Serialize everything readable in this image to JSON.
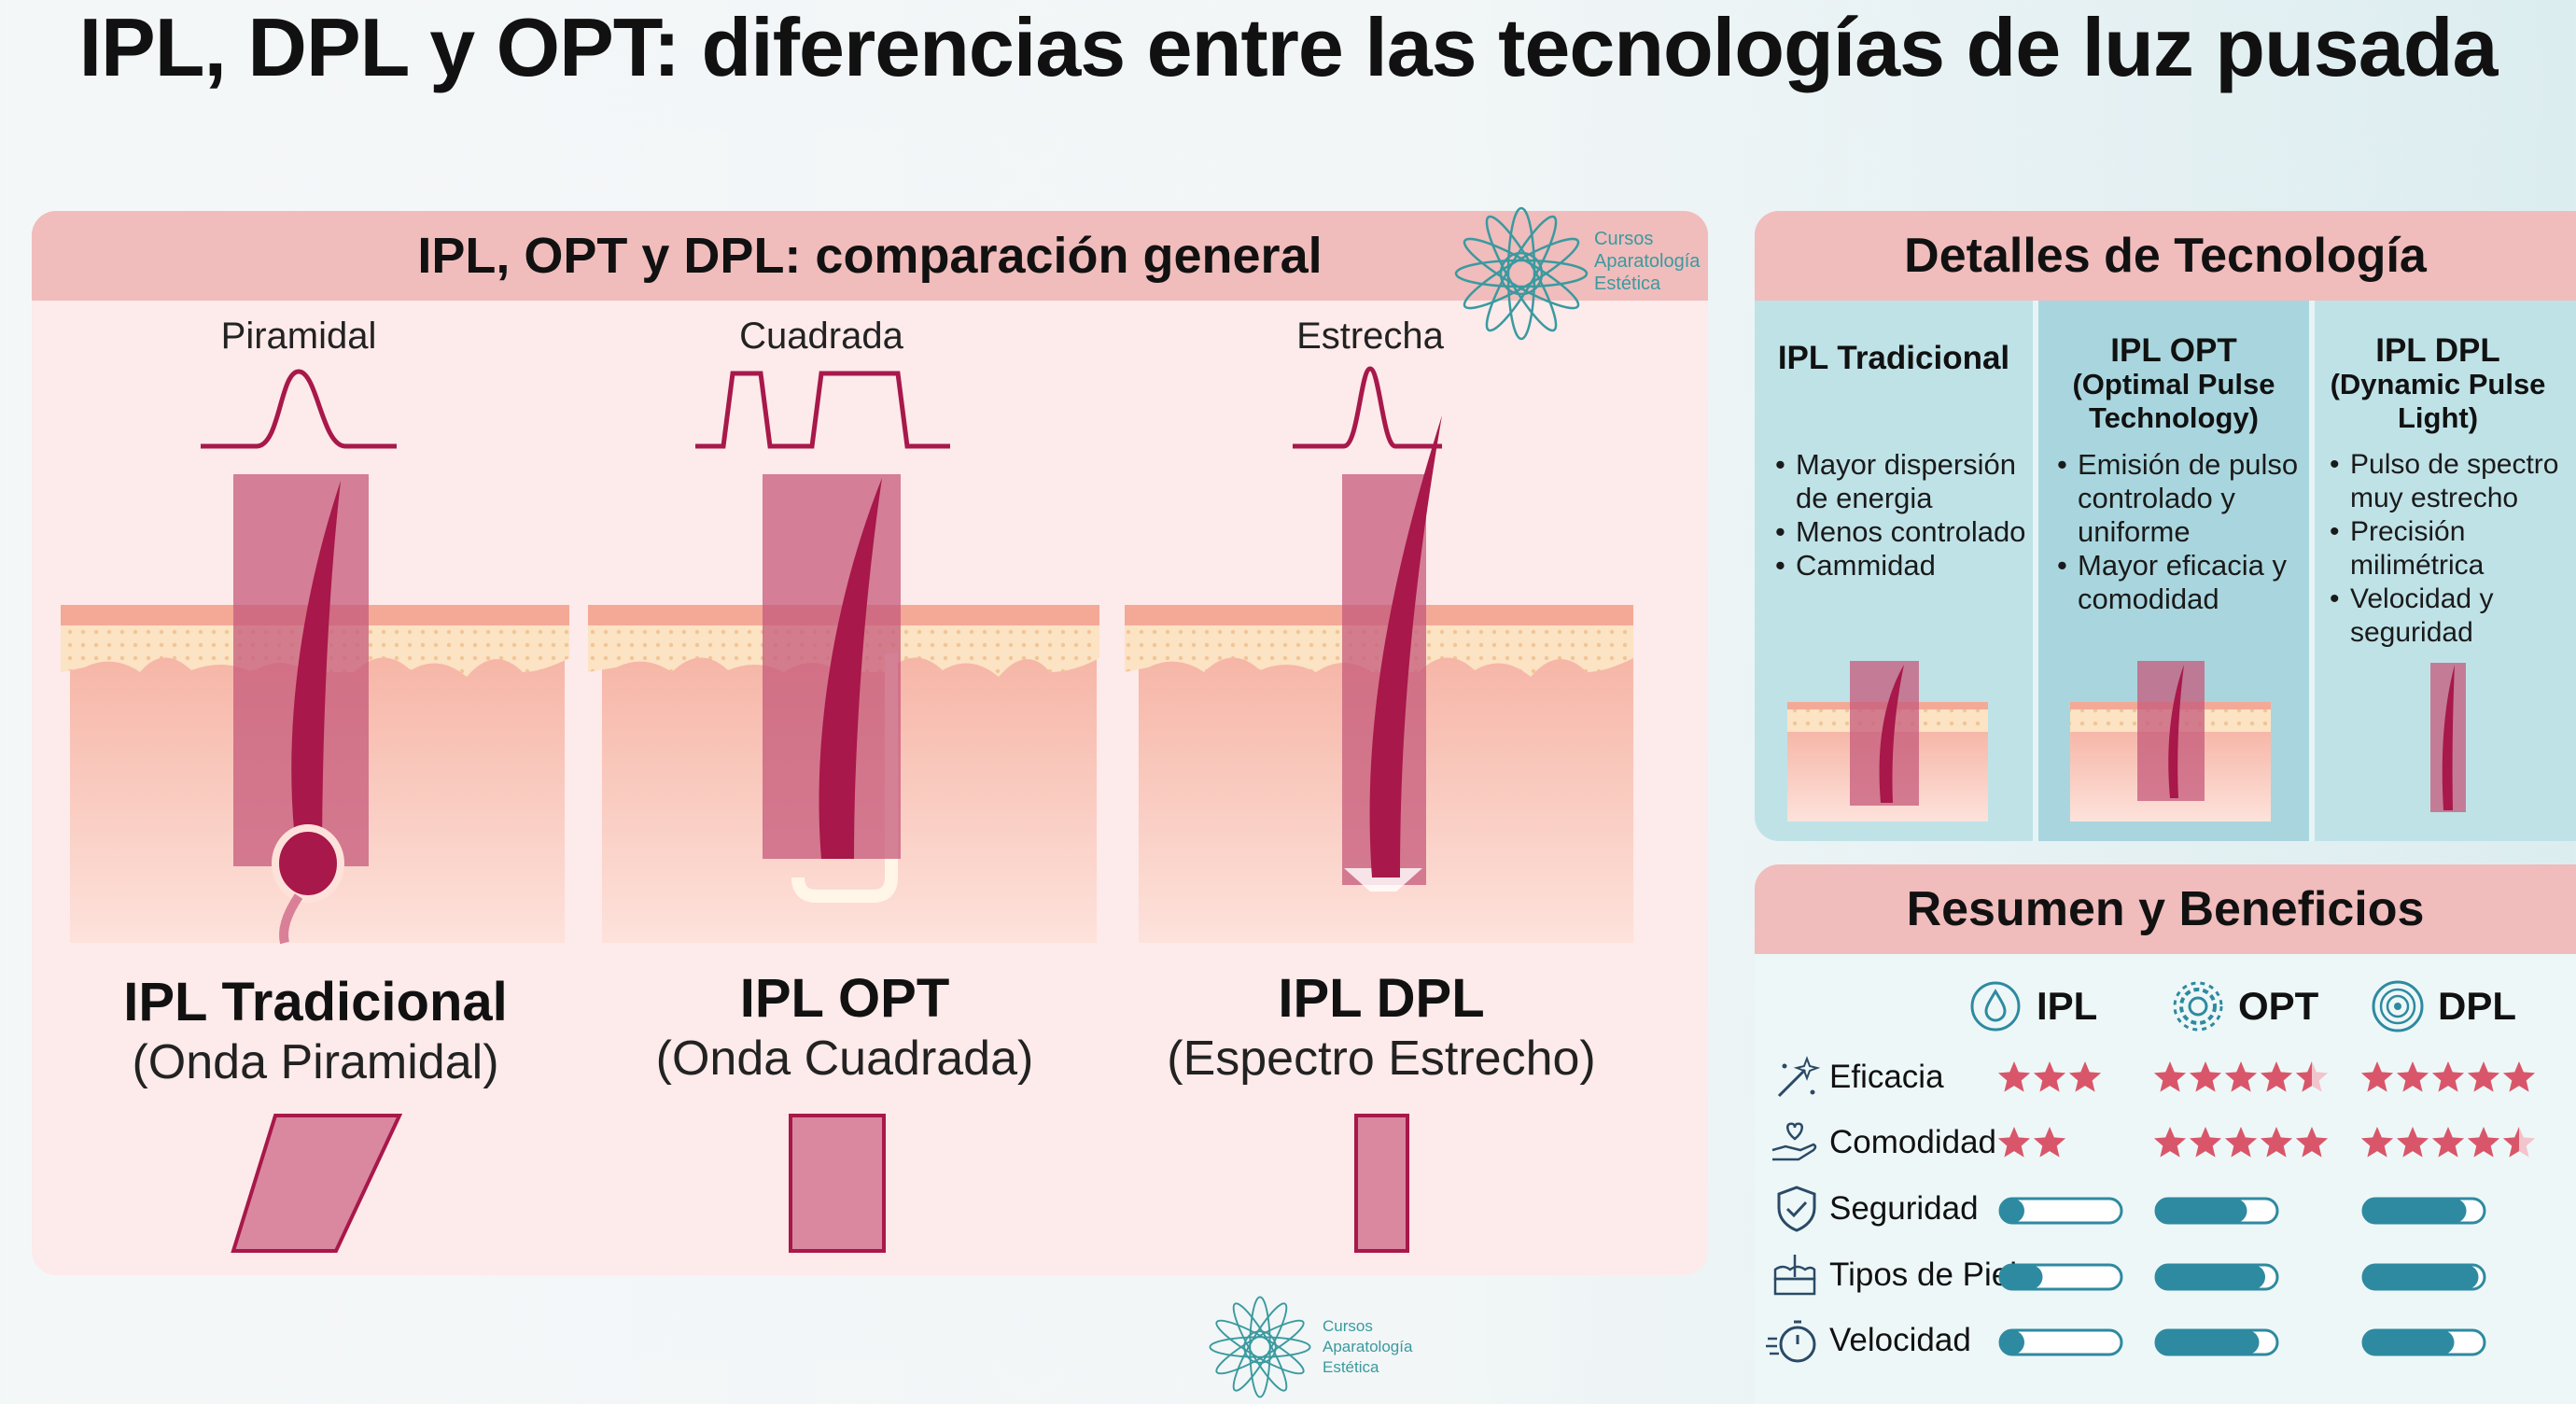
{
  "title": "IPL, DPL y OPT: diferencias entre las tecnologías de luz pusada",
  "left_panel": {
    "header": "IPL, OPT y DPL: comparación general",
    "columns": [
      {
        "wave_label": "Piramidal",
        "name": "IPL Tradicional",
        "subtitle": "(Onda Piramidal)"
      },
      {
        "wave_label": "Cuadrada",
        "name": "IPL OPT",
        "subtitle": "(Onda Cuadrada)"
      },
      {
        "wave_label": "Estrecha",
        "name": "IPL DPL",
        "subtitle": "(Espectro Estrecho)"
      }
    ]
  },
  "logo": {
    "lines": [
      "Cursos",
      "Aparatología",
      "Estética"
    ]
  },
  "details_panel": {
    "header": "Detalles de Tecnología",
    "columns": [
      {
        "title": "IPL Tradicional",
        "subtitle_lines": [],
        "bullets": [
          [
            "Mayor dispersión",
            "de energia"
          ],
          [
            "Menos controlado"
          ],
          [
            "Cammidad"
          ]
        ]
      },
      {
        "title": "IPL OPT",
        "subtitle_lines": [
          "(Optimal Pulse",
          "Technology)"
        ],
        "bullets": [
          [
            "Emisión de pulso",
            "controlado y",
            "uniforme"
          ],
          [
            "Mayor eficacia y",
            "comodidad"
          ]
        ]
      },
      {
        "title": "IPL DPL",
        "subtitle_lines": [
          "(Dynamic Pulse",
          "Light)"
        ],
        "bullets": [
          [
            "Pulso de spectro",
            "muy estrecho"
          ],
          [
            "Precisión",
            "milimétrica"
          ],
          [
            "Velocidad y",
            "seguridad"
          ]
        ]
      }
    ]
  },
  "summary_panel": {
    "header": "Resumen y Beneficios",
    "legend": [
      {
        "label": "IPL",
        "icon": "droplet-icon"
      },
      {
        "label": "OPT",
        "icon": "gear-icon"
      },
      {
        "label": "DPL",
        "icon": "fingerprint-icon"
      }
    ],
    "rows": [
      {
        "label": "Eficacia",
        "icon": "sparkle-wand-icon",
        "kind": "stars",
        "values": [
          3,
          4.5,
          5
        ]
      },
      {
        "label": "Comodidad",
        "icon": "hand-heart-icon",
        "kind": "stars",
        "values": [
          2,
          5,
          4.5
        ]
      },
      {
        "label": "Seguridad",
        "icon": "shield-check-icon",
        "kind": "bar",
        "values": [
          0.2,
          0.75,
          0.85
        ]
      },
      {
        "label": "Tipos de Piel",
        "icon": "skin-layers-icon",
        "kind": "bar",
        "values": [
          0.35,
          0.9,
          0.95
        ]
      },
      {
        "label": "Velocidad",
        "icon": "stopwatch-icon",
        "kind": "bar",
        "values": [
          0.2,
          0.85,
          0.75
        ]
      }
    ]
  },
  "colors": {
    "accent_pink": "#f1bcbc",
    "wave": "#a8184a",
    "bar_teal": "#2e8aa0",
    "star": "#d9566a"
  }
}
